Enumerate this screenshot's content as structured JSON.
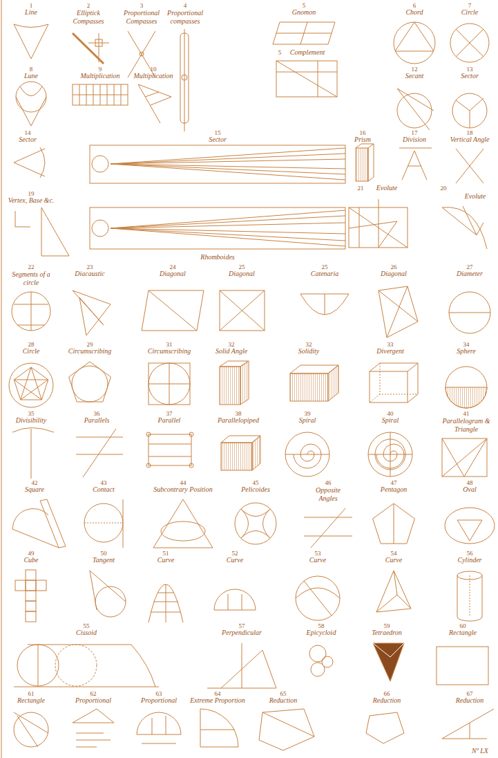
{
  "diagram": {
    "labels": [
      "1",
      "Line",
      "2",
      "Elliptick Compasses",
      "3",
      "Proportional Compasses",
      "4",
      "Proportional compasses",
      "5",
      "Gnomon",
      "5",
      "Complement",
      "6",
      "Chord",
      "7",
      "Circle",
      "8",
      "Lune",
      "9",
      "Multiplication",
      "10",
      "Multiplication",
      "12",
      "Secant",
      "13",
      "Sector",
      "14",
      "Sector",
      "15",
      "Sector",
      "16",
      "Prism",
      "17",
      "Division",
      "18",
      "Vertical Angle",
      "19",
      "Vertex, Base &c.",
      "21",
      "Evolute",
      "20",
      "Evolute",
      "Rhomboides",
      "22",
      "Segments of a circle",
      "23",
      "Diacaustic",
      "24",
      "Diagonal",
      "25",
      "Diagonal",
      "25",
      "Catenaria",
      "26",
      "Diagonal",
      "27",
      "Diameter",
      "28",
      "Circle",
      "29",
      "Circumscribing",
      "31",
      "Circumscribing",
      "32",
      "Solid Angle",
      "32",
      "Solidity",
      "33",
      "Divergent",
      "34",
      "Sphere",
      "35",
      "Divisibility",
      "36",
      "Parallels",
      "37",
      "Parallel",
      "38",
      "Parallelopiped",
      "39",
      "Spiral",
      "40",
      "Spiral",
      "41",
      "Parallelogram & Triangle",
      "42",
      "Square",
      "43",
      "Contact",
      "44",
      "Subcontrary Position",
      "45",
      "Pelicoides",
      "46",
      "Opposite Angles",
      "47",
      "Pentagon",
      "48",
      "Oval",
      "49",
      "Cube",
      "50",
      "Tangent",
      "51",
      "Curve",
      "52",
      "Curve",
      "53",
      "Curve",
      "54",
      "Curve",
      "56",
      "Cylinder",
      "55",
      "Cissoid",
      "57",
      "Perpendicular",
      "58",
      "Epicycloid",
      "59",
      "Tetraedron",
      "60",
      "Rectangle",
      "61",
      "Rectangle",
      "62",
      "Proportional",
      "63",
      "Proportional",
      "64",
      "Extreme Proportion",
      "65",
      "Reduction",
      "66",
      "Reduction",
      "67",
      "Reduction",
      "Nº LX"
    ]
  }
}
